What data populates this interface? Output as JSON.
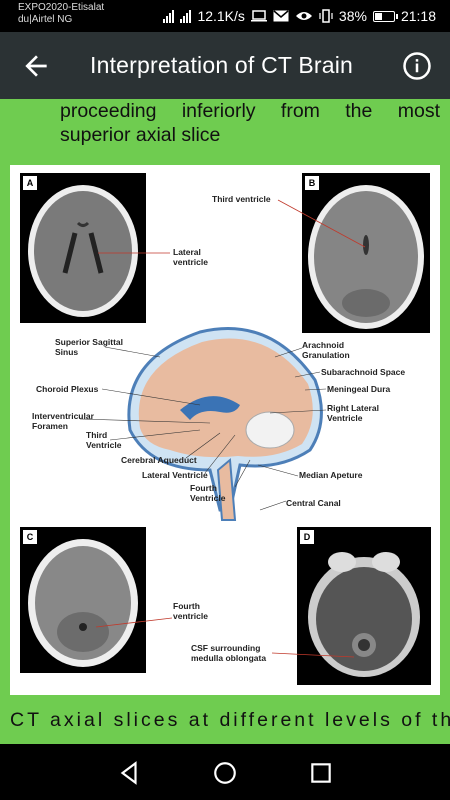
{
  "status_bar": {
    "carrier_line1": "EXPO2020-Etisalat",
    "carrier_line2": "du|Airtel NG",
    "net_speed": "12.1K/s",
    "battery": "38%",
    "battery_level": 0.38,
    "time": "21:18"
  },
  "app_bar": {
    "title": "Interpretation of CT Brain"
  },
  "content": {
    "para_line1": "proceeding inferiorly from the most",
    "para_line2": "superior axial slice",
    "figure": {
      "panel_a": "A",
      "panel_b": "B",
      "panel_c": "C",
      "panel_d": "D",
      "lateral_ventricle": [
        "Lateral",
        "ventricle"
      ],
      "third_ventricle": "Third ventricle",
      "superior_sagittal": [
        "Superior Sagittal",
        "Sinus"
      ],
      "arachnoid": [
        "Arachnoid",
        "Granulation"
      ],
      "subarachnoid": "Subarachnoid Space",
      "meningeal": "Meningeal Dura",
      "choroid": "Choroid Plexus",
      "right_lateral": [
        "Right Lateral",
        "Ventricle"
      ],
      "interventricular": [
        "Interventricular",
        "Foramen"
      ],
      "third_ventricle2": [
        "Third",
        "Ventricle"
      ],
      "cerebral_aqueduct": "Cerebral Aqueduct",
      "lateral_ventricle2": "Lateral Ventricle",
      "fourth_ventricle2": [
        "Fourth",
        "Ventricle"
      ],
      "median_apeture": "Median Apeture",
      "central_canal": "Central Canal",
      "fourth_ventricle": [
        "Fourth",
        "ventricle"
      ],
      "csf_surrounding": [
        "CSF surrounding",
        "medulla oblongata"
      ]
    },
    "bottom_peek": "CT axial slices at different levels of the"
  }
}
